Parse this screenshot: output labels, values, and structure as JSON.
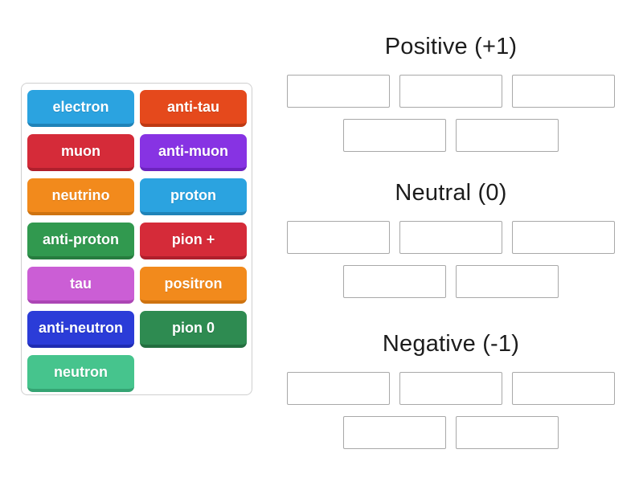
{
  "page": {
    "background": "#ffffff",
    "text_color": "#1c1c1c"
  },
  "tile_panel": {
    "tiles": [
      {
        "label": "electron",
        "color": "#2ba3e0",
        "edge": "#1f83b8"
      },
      {
        "label": "anti-tau",
        "color": "#e5491c",
        "edge": "#be3912"
      },
      {
        "label": "muon",
        "color": "#d52b39",
        "edge": "#af1f2c"
      },
      {
        "label": "anti-muon",
        "color": "#8733e3",
        "edge": "#6c23be"
      },
      {
        "label": "neutrino",
        "color": "#f28a1c",
        "edge": "#ce7310"
      },
      {
        "label": "proton",
        "color": "#2ba3e0",
        "edge": "#1f83b8"
      },
      {
        "label": "anti-proton",
        "color": "#31994f",
        "edge": "#267c3e"
      },
      {
        "label": "pion +",
        "color": "#d52b39",
        "edge": "#af1f2c"
      },
      {
        "label": "tau",
        "color": "#cb5ed5",
        "edge": "#ac46b5"
      },
      {
        "label": "positron",
        "color": "#f28a1c",
        "edge": "#ce7310"
      },
      {
        "label": "anti-neutron",
        "color": "#2b3cd8",
        "edge": "#1f2cb2"
      },
      {
        "label": "pion 0",
        "color": "#2e8b51",
        "edge": "#236e3f"
      },
      {
        "label": "neutron",
        "color": "#46c48d",
        "edge": "#35a473"
      }
    ]
  },
  "groups": [
    {
      "title": "Positive (+1)",
      "slot_rows": [
        3,
        2
      ]
    },
    {
      "title": "Neutral (0)",
      "slot_rows": [
        3,
        2
      ]
    },
    {
      "title": "Negative (-1)",
      "slot_rows": [
        3,
        2
      ]
    }
  ]
}
